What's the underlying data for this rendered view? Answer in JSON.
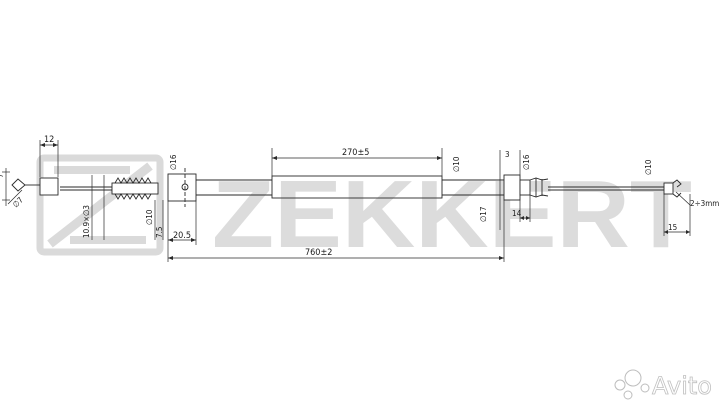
{
  "watermark": {
    "brand": "ZEKKERT",
    "brand_color": "#d4d4d4"
  },
  "drawing": {
    "line_color": "#2a2a2a",
    "dimensions": {
      "end_fitting_gap": "7",
      "end_fitting_diameter": "∅7",
      "terminal_length": "12",
      "adjuster_thread": "10.9×∅3",
      "adjuster_diameter": "∅10",
      "spring_width": "7.5",
      "bracket_diameter": "∅16",
      "bracket_offset": "20.5",
      "sleeve_length": "270±5",
      "sleeve_diameter": "∅10",
      "collar_width": "3",
      "collar_diameter_outer": "∅16",
      "collar_diameter_inner": "∅17",
      "collar_length": "14",
      "tip_diameter": "∅10",
      "tip_range": "2÷3mm",
      "tip_length": "15",
      "overall_length": "760±2"
    }
  },
  "marketplace": {
    "name": "Avito",
    "icon": "avito-dots-icon"
  }
}
